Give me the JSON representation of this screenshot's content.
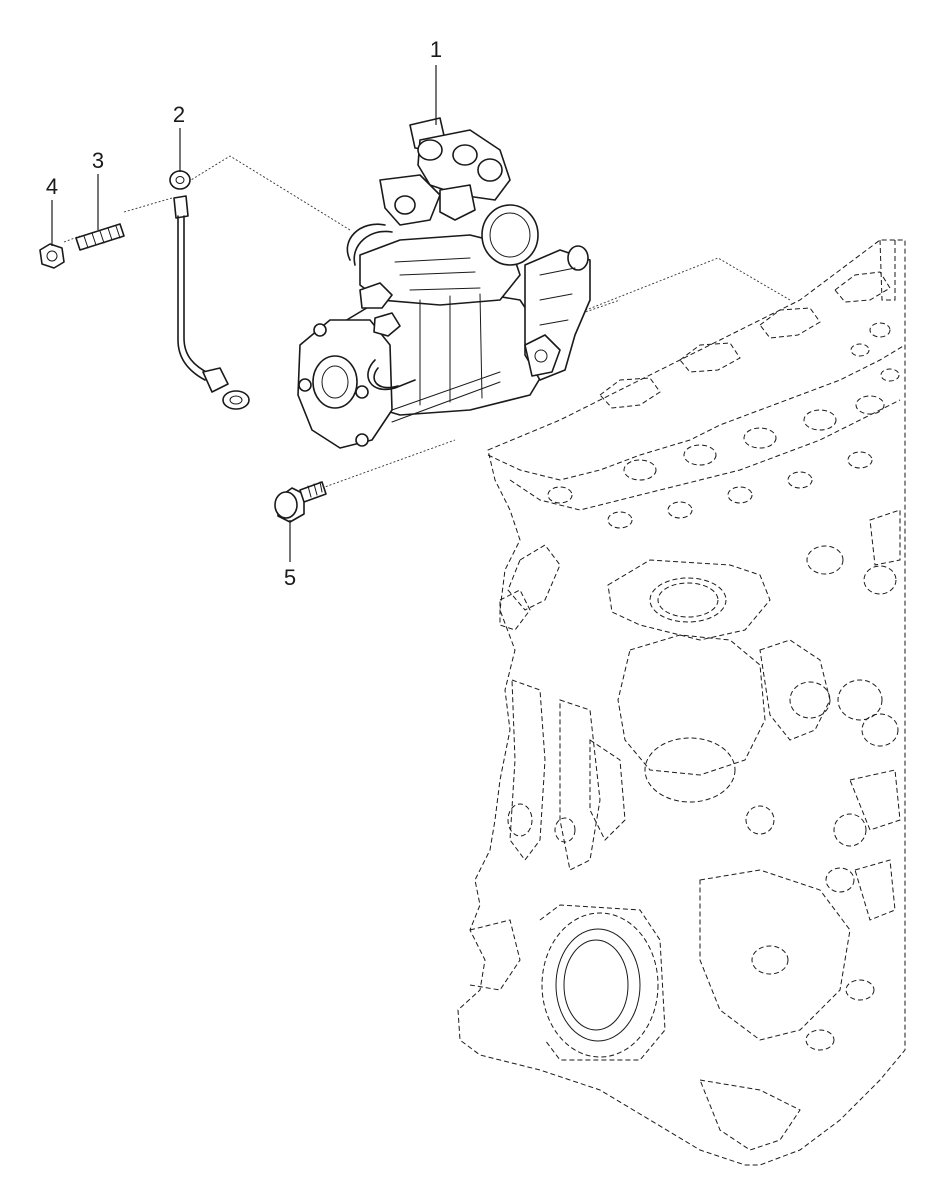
{
  "callouts": [
    {
      "id": "1",
      "label": "1"
    },
    {
      "id": "2",
      "label": "2"
    },
    {
      "id": "3",
      "label": "3"
    },
    {
      "id": "4",
      "label": "4"
    },
    {
      "id": "5",
      "label": "5"
    }
  ],
  "parts": {
    "starter_motor": "starter-motor-assembly",
    "ground_cable": "ground-cable",
    "stud": "stud",
    "nut": "nut",
    "bolt": "flange-bolt",
    "engine_block": "engine-block"
  }
}
